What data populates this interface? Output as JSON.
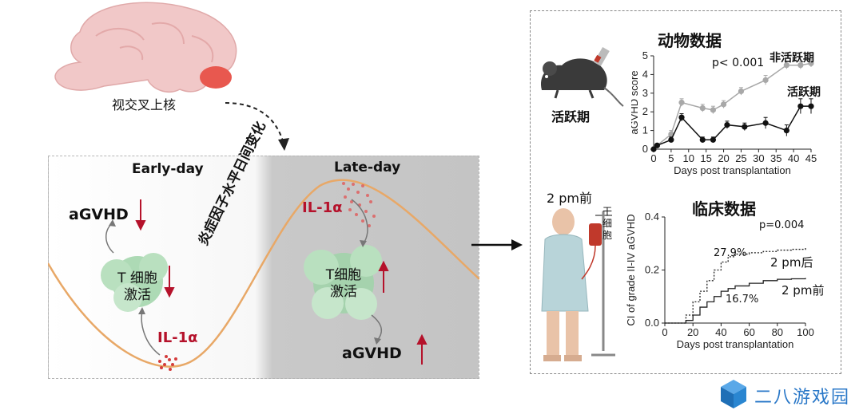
{
  "brain": {
    "label": "视交叉上核"
  },
  "left_panel": {
    "early_label": "Early-day",
    "late_label": "Late-day",
    "curve_label": "炎症因子水平日间变化",
    "early": {
      "agvhd": "aGVHD",
      "cell_line1": "T 细胞",
      "cell_line2": "激活",
      "il": "IL-1α"
    },
    "late": {
      "agvhd": "aGVHD",
      "cell_line1": "T细胞",
      "cell_line2": "激活",
      "il": "IL-1α"
    }
  },
  "animal": {
    "title": "动物数据",
    "mouse_label": "活跃期",
    "pvalue": "p< 0.001",
    "series": [
      {
        "name": "非活跃期",
        "color": "#a8a8a8"
      },
      {
        "name": "活跃期",
        "color": "#111111"
      }
    ]
  },
  "clinical": {
    "title": "临床数据",
    "patient_label": "2 pm前",
    "bag_label": "干细胞",
    "pvalue": "p=0.004",
    "annot_upper": "27.9%",
    "annot_lower": "16.7%",
    "series": [
      {
        "name": "2 pm后",
        "color": "#222222"
      },
      {
        "name": "2 pm前",
        "color": "#222222"
      }
    ]
  },
  "watermark": {
    "text": "二八游戏园",
    "color": "#2a78c8"
  },
  "chart_data": [
    {
      "type": "line",
      "title": "动物数据",
      "xlabel": "Days post transplantation",
      "ylabel": "aGVHD score",
      "xlim": [
        0,
        45
      ],
      "ylim": [
        0,
        5
      ],
      "xticks": [
        0,
        5,
        10,
        15,
        20,
        25,
        30,
        35,
        40,
        45
      ],
      "yticks": [
        0,
        1,
        2,
        3,
        4,
        5
      ],
      "annotation": "p< 0.001",
      "series": [
        {
          "name": "非活跃期",
          "color": "#a8a8a8",
          "x": [
            0,
            1,
            5,
            8,
            14,
            17,
            20,
            25,
            32,
            38,
            42,
            45
          ],
          "y": [
            0,
            0.2,
            0.8,
            2.5,
            2.2,
            2.1,
            2.4,
            3.1,
            3.7,
            4.5,
            4.5,
            4.6
          ],
          "err": [
            0,
            0,
            0.2,
            0.2,
            0.2,
            0.2,
            0.2,
            0.2,
            0.25,
            0.2,
            0.2,
            0.2
          ]
        },
        {
          "name": "活跃期",
          "color": "#111111",
          "x": [
            0,
            1,
            5,
            8,
            14,
            17,
            21,
            26,
            32,
            38,
            42,
            45
          ],
          "y": [
            0,
            0.2,
            0.5,
            1.7,
            0.5,
            0.5,
            1.3,
            1.2,
            1.4,
            1.0,
            2.3,
            2.3
          ],
          "err": [
            0,
            0,
            0.15,
            0.2,
            0.15,
            0.15,
            0.2,
            0.2,
            0.3,
            0.3,
            0.4,
            0.4
          ]
        }
      ]
    },
    {
      "type": "line",
      "title": "临床数据",
      "xlabel": "Days post transplantation",
      "ylabel": "CI of grade II-IV aGVHD",
      "xlim": [
        0,
        100
      ],
      "ylim": [
        0,
        0.4
      ],
      "xticks": [
        0,
        20,
        40,
        60,
        80,
        100
      ],
      "yticks": [
        0.0,
        0.2,
        0.4
      ],
      "annotation": "p=0.004",
      "series": [
        {
          "name": "2 pm后",
          "style": "dotted",
          "x": [
            0,
            10,
            15,
            20,
            25,
            30,
            35,
            40,
            45,
            50,
            60,
            70,
            80,
            90,
            100
          ],
          "y": [
            0,
            0,
            0.03,
            0.08,
            0.12,
            0.16,
            0.2,
            0.23,
            0.25,
            0.26,
            0.265,
            0.27,
            0.275,
            0.278,
            0.285
          ]
        },
        {
          "name": "2 pm前",
          "style": "solid",
          "x": [
            0,
            10,
            15,
            20,
            25,
            30,
            35,
            40,
            45,
            50,
            60,
            70,
            80,
            90,
            100
          ],
          "y": [
            0,
            0,
            0.01,
            0.03,
            0.06,
            0.08,
            0.1,
            0.12,
            0.13,
            0.14,
            0.15,
            0.16,
            0.165,
            0.167,
            0.17
          ]
        }
      ]
    }
  ]
}
